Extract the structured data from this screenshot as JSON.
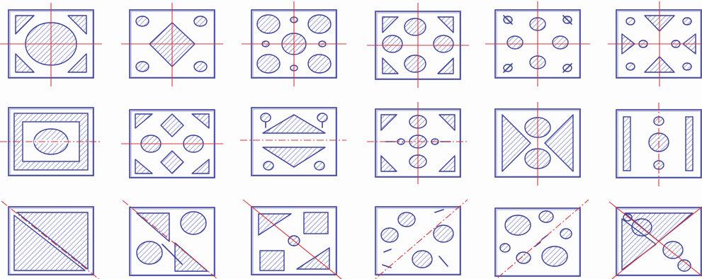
{
  "title": "",
  "colors": {
    "ink": "#3a3f9a",
    "hatch": "#5a5fb4",
    "axis": "#d6333d",
    "paper": "#fdfdfe"
  },
  "sketches": [
    {
      "id": "r1c1",
      "composition": "center-circle-corner-triangles",
      "axes": "cross"
    },
    {
      "id": "r1c2",
      "composition": "center-diamond-corner-circles",
      "axes": "cross"
    },
    {
      "id": "r1c3",
      "composition": "center-circle-ring-of-circles",
      "axes": "cross"
    },
    {
      "id": "r1c4",
      "composition": "four-circles-corner-triangles",
      "axes": "cross"
    },
    {
      "id": "r1c5",
      "composition": "grid-of-circles-corner-dots",
      "axes": "cross"
    },
    {
      "id": "r1c6",
      "composition": "radial-triangles-and-circles",
      "axes": "cross"
    },
    {
      "id": "r2c1",
      "composition": "frame-in-frame-split-oval",
      "axes": "horizontal"
    },
    {
      "id": "r2c2",
      "composition": "circles-and-diamonds",
      "axes": "horizontal"
    },
    {
      "id": "r2c3",
      "composition": "mirrored-triangles",
      "axes": "horizontal"
    },
    {
      "id": "r2c4",
      "composition": "vertical-circles-corner-triangles",
      "axes": "cross"
    },
    {
      "id": "r2c5",
      "composition": "opposing-triangles-two-circles",
      "axes": "vertical"
    },
    {
      "id": "r2c6",
      "composition": "side-bars-center-circles",
      "axes": "vertical"
    },
    {
      "id": "r3c1",
      "composition": "diagonal-split-triangles",
      "axes": "diagonal"
    },
    {
      "id": "r3c2",
      "composition": "diagonal-band-circles-triangles",
      "axes": "diagonal"
    },
    {
      "id": "r3c3",
      "composition": "diagonal-squares-triangles",
      "axes": "diagonal"
    },
    {
      "id": "r3c4",
      "composition": "diagonal-scattered-circles",
      "axes": "diagonal"
    },
    {
      "id": "r3c5",
      "composition": "diagonal-circle-clusters",
      "axes": "diagonal"
    },
    {
      "id": "r3c6",
      "composition": "x-cross-triangles-circles",
      "axes": "x-cross"
    }
  ]
}
